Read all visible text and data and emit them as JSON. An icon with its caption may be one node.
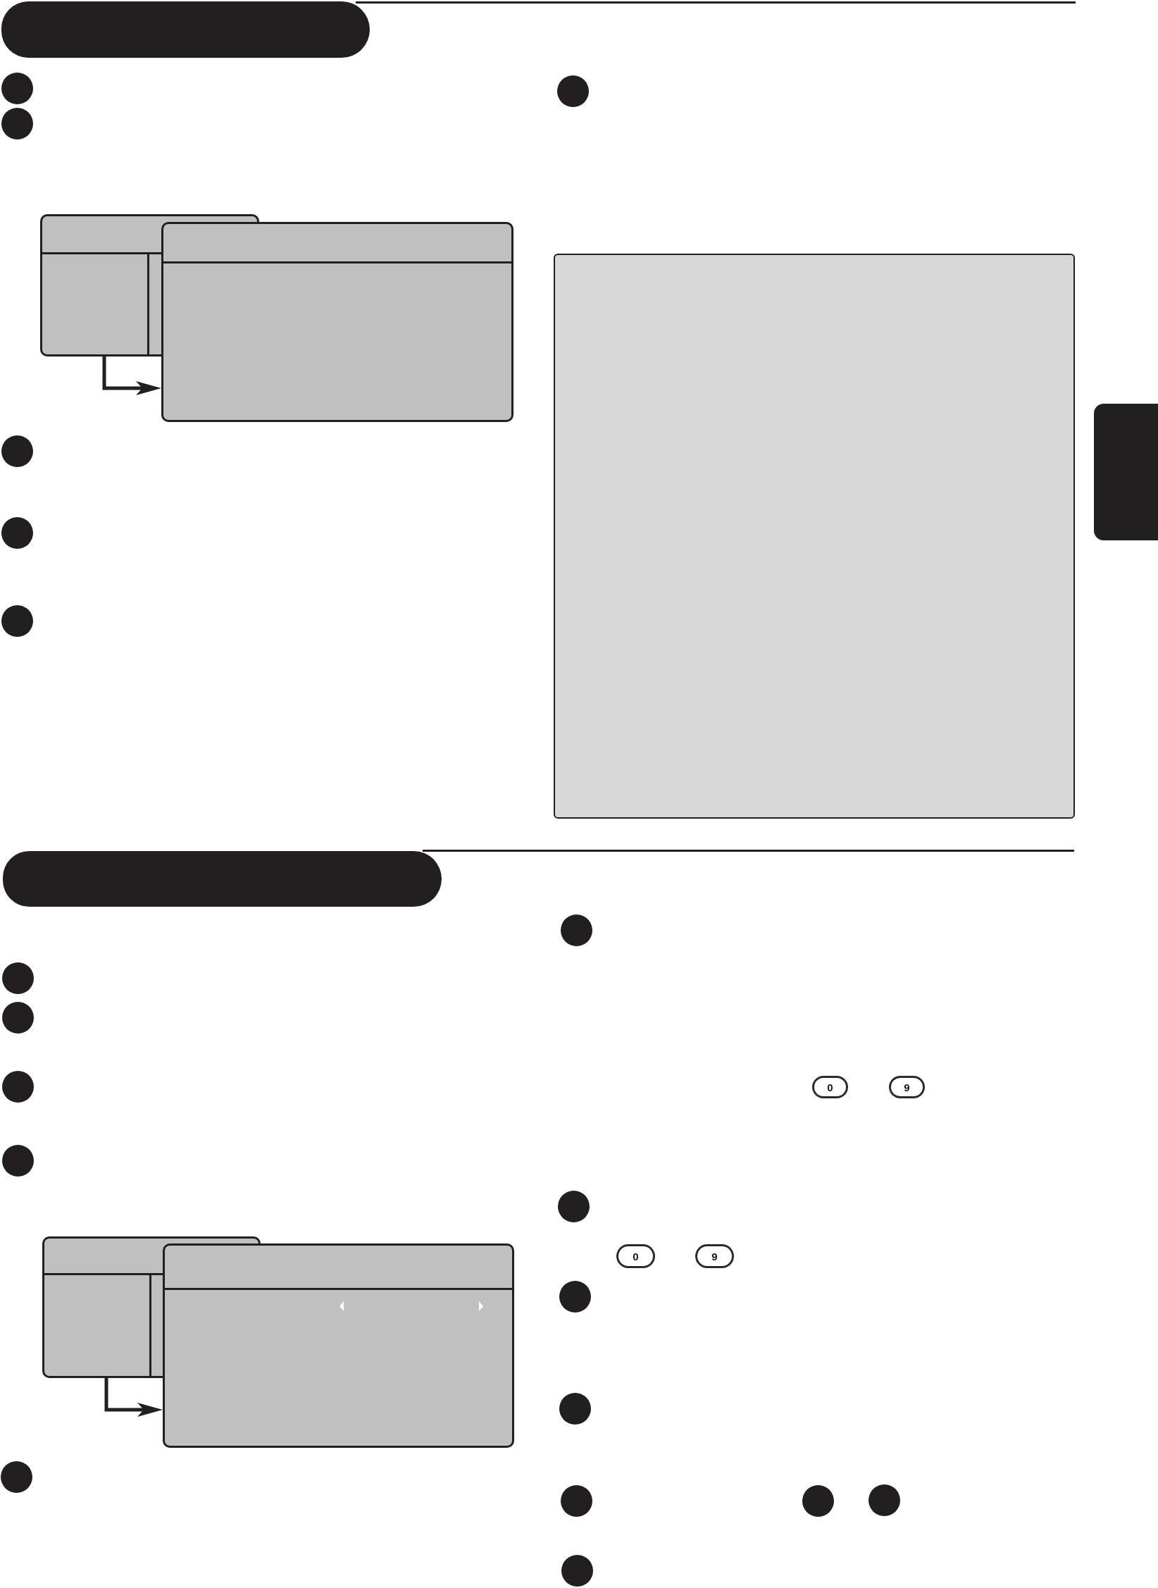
{
  "diagram": {
    "nodes": [
      {
        "text": [],
        "shape": "box"
      },
      {
        "text": [],
        "shape": "box"
      },
      {
        "text": [],
        "shape": "box"
      },
      {
        "text": [],
        "shape": "box"
      },
      {
        "text": [],
        "shape": "box"
      },
      {
        "text": [
          "0"
        ]
      },
      {
        "text": [
          "9"
        ]
      },
      {
        "text": [
          "0"
        ]
      },
      {
        "text": [
          "9"
        ]
      }
    ],
    "edges": [
      {
        "from": 0,
        "to": 1,
        "arrow": "to"
      },
      {
        "from": 3,
        "to": 4,
        "arrow": "to"
      }
    ]
  }
}
